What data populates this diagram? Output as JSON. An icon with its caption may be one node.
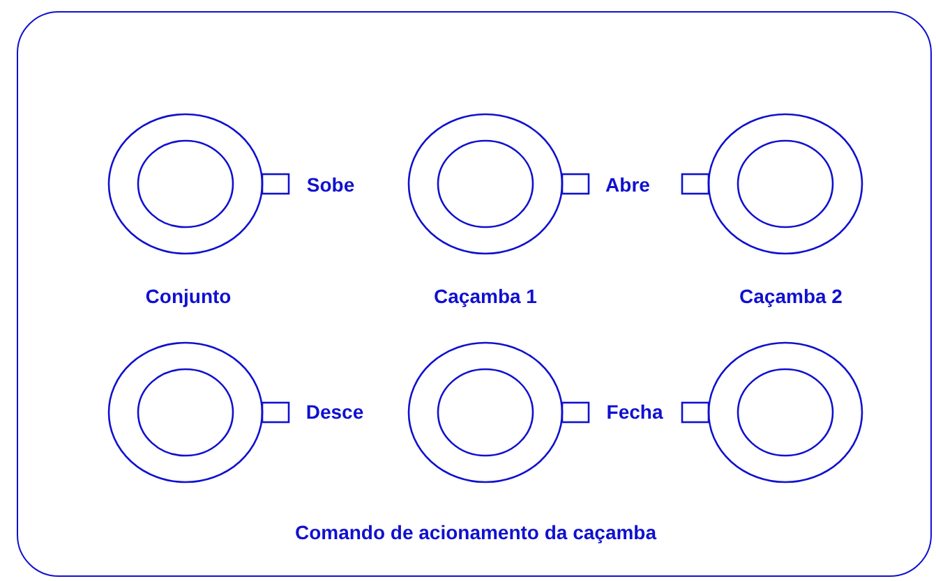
{
  "diagram": {
    "nodes": [
      {
        "text": [
          "Comando de acionamento da caçamba"
        ]
      }
    ],
    "labels": [
      "Sobe",
      "Abre",
      "Conjunto",
      "Caçamba 1",
      "Caçamba 2",
      "Desce",
      "Fecha"
    ]
  }
}
